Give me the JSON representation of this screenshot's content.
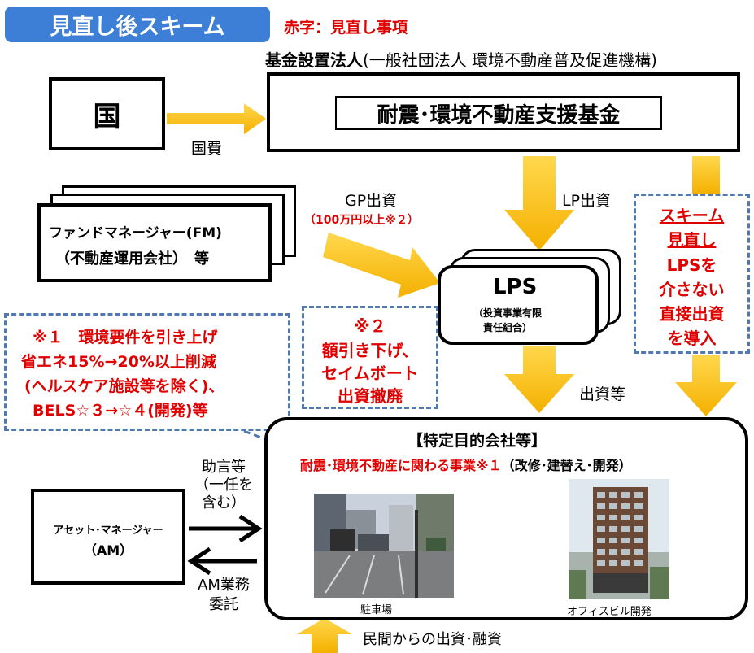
{
  "header": {
    "title": "見直し後スキーム",
    "legend": "赤字：見直し事項"
  },
  "fund_corp": {
    "label_bold": "基金設置法人",
    "label_paren": "(一般社団法人 環境不動産普及促進機構)",
    "fund_name": "耐震･環境不動産支援基金"
  },
  "gov": {
    "label": "国",
    "flow_label": "国費"
  },
  "fm": {
    "line1": "ファンドマネージャー(FM)",
    "line2": "（不動産運用会社）　等"
  },
  "gp_invest": {
    "label": "GP出資",
    "note": "（100万円以上※２）"
  },
  "lp_invest": {
    "label": "LP出資"
  },
  "lps": {
    "title": "LPS",
    "sub1": "（投資事業有限",
    "sub2": "責任組合）"
  },
  "scheme_note": {
    "lines": [
      "スキーム",
      "見直し",
      "LPSを",
      "介さない",
      "直接出資",
      "を導入"
    ]
  },
  "note1": {
    "line1": "※１　環境要件を引き上げ",
    "line2": "省エネ15%→20%以上削減",
    "line3": "(ヘルスケア施設等を除く)、",
    "line4": "BELS☆３→☆４(開発)等"
  },
  "note2": {
    "lines": [
      "※２",
      "額引き下げ、",
      "セイムボート",
      "出資撤廃"
    ]
  },
  "invest_etc": {
    "label": "出資等"
  },
  "spc": {
    "title": "【特定目的会社等】",
    "business_red": "耐震･環境不動産に関わる事業※１",
    "business_black": "（改修･建替え･開発）",
    "photo1_caption": "駐車場",
    "photo2_caption": "オフィスビル開発"
  },
  "am": {
    "line1": "アセット･マネージャー",
    "line2": "（AM）",
    "advice_lines": [
      "助言等",
      "（一任を",
      "含む）"
    ],
    "delegation_lines": [
      "AM業務",
      "委託"
    ]
  },
  "private": {
    "label": "民間からの出資･融資"
  },
  "colors": {
    "accent_blue": "#3d7fd6",
    "dash_blue": "#4f79b0",
    "arrow_yellow": "#ffc000",
    "note_red": "#e00000"
  }
}
